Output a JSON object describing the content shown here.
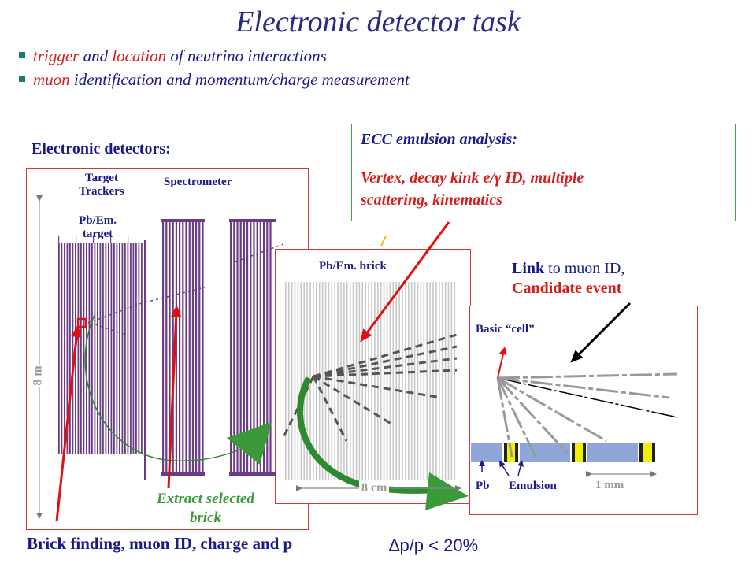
{
  "title": "Electronic detector task",
  "bullets": [
    {
      "highlight1": "trigger",
      "mid1": " and ",
      "highlight2": "location",
      "rest": " of neutrino interactions"
    },
    {
      "highlight1": "muon",
      "rest": " identification and momentum/charge measurement"
    }
  ],
  "detector": {
    "heading": "Electronic detectors:",
    "target_trackers": [
      "Target",
      "Trackers"
    ],
    "spectrometer": "Spectrometer",
    "pb_em_target": [
      "Pb/Em.",
      "target"
    ],
    "height_label": "8 m",
    "extract_label": [
      "Extract selected",
      "brick"
    ],
    "bottom_caption": "Brick finding, muon ID, charge and p"
  },
  "ecc": {
    "heading": "ECC emulsion analysis:",
    "body": [
      "Vertex, decay kink e/γ ID, multiple",
      "scattering, kinematics"
    ]
  },
  "brick": {
    "label": "Pb/Em. brick",
    "width_label": "8 cm"
  },
  "cell": {
    "link_bold": "Link",
    "link_rest": " to muon ID,",
    "candidate": "Candidate event",
    "basic_cell": "Basic “cell”",
    "pb": "Pb",
    "emulsion": "Emulsion",
    "scale": "1 mm"
  },
  "resolution": "∆p/p < 20%",
  "colors": {
    "navy": "#1a1a8a",
    "red": "#d41e1e",
    "purple": "#6b3b86",
    "green": "#3a9a3a",
    "plate_blue": "#8ea6d8",
    "plate_yellow": "#f2f200"
  }
}
